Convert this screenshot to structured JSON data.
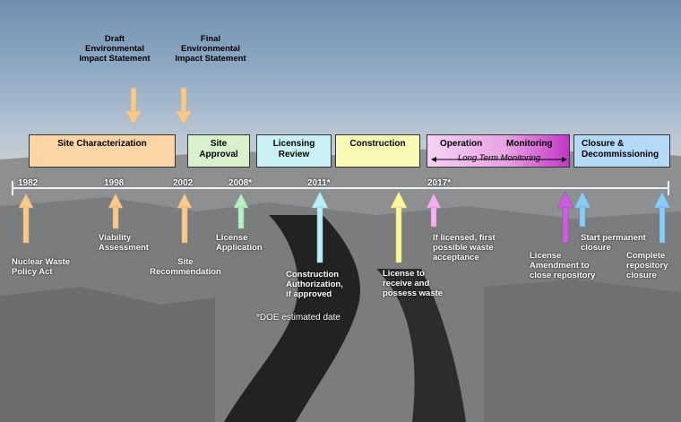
{
  "top_events": [
    {
      "id": "draft-eis",
      "lines": [
        "Draft",
        "Environmental",
        "Impact Statement"
      ]
    },
    {
      "id": "final-eis",
      "lines": [
        "Final",
        "Environmental",
        "Impact Statement"
      ]
    }
  ],
  "phases": [
    {
      "id": "site-characterization",
      "label": "Site Characterization",
      "color": "#fcd5a6"
    },
    {
      "id": "site-approval",
      "lines": [
        "Site",
        "Approval"
      ],
      "color": "#d8f0cc"
    },
    {
      "id": "licensing-review",
      "lines": [
        "Licensing",
        "Review"
      ],
      "color": "#c9f1f5"
    },
    {
      "id": "construction",
      "label": "Construction",
      "color": "#fafab4"
    },
    {
      "id": "operation-monitoring",
      "label_a": "Operation",
      "label_b": "Monitoring",
      "sub": "Long Term Monitoring",
      "color": "#e9a3e3"
    },
    {
      "id": "closure",
      "lines": [
        "Closure &",
        "Decommissioning"
      ],
      "color": "#b3d9f7"
    }
  ],
  "years": [
    "1982",
    "1998",
    "2002",
    "2008*",
    "2011*",
    "2017*"
  ],
  "events": [
    {
      "id": "nuclear-waste-policy-act",
      "lines": [
        "Nuclear Waste",
        "Policy Act"
      ],
      "color": "#f7c98f"
    },
    {
      "id": "viability-assessment",
      "lines": [
        "Viability",
        "Assessment"
      ],
      "color": "#f7c98f"
    },
    {
      "id": "site-recommendation",
      "lines": [
        "Site",
        "Recommendation"
      ],
      "color": "#f7c98f"
    },
    {
      "id": "license-application",
      "lines": [
        "License",
        "Application"
      ],
      "color": "#b9efc6"
    },
    {
      "id": "construction-authorization",
      "lines": [
        "Construction",
        "Authorization,",
        "if approved"
      ],
      "color": "#bdeef5"
    },
    {
      "id": "license-receive-possess",
      "lines": [
        "License to",
        "receive and",
        "possess waste"
      ],
      "color": "#f8f7a0"
    },
    {
      "id": "first-waste-acceptance",
      "lines": [
        "If licensed, first",
        "possible waste",
        "acceptance"
      ],
      "color": "#f3b2ef"
    },
    {
      "id": "license-amendment",
      "lines": [
        "License",
        "Amendment to",
        "close repository"
      ],
      "color": "#cc5fe0"
    },
    {
      "id": "start-permanent-closure",
      "lines": [
        "Start permanent",
        "closure"
      ],
      "color": "#8ccbf4"
    },
    {
      "id": "complete-closure",
      "lines": [
        "Complete",
        "repository",
        "closure"
      ],
      "color": "#8ccbf4"
    }
  ],
  "footnote": "*DOE estimated date"
}
